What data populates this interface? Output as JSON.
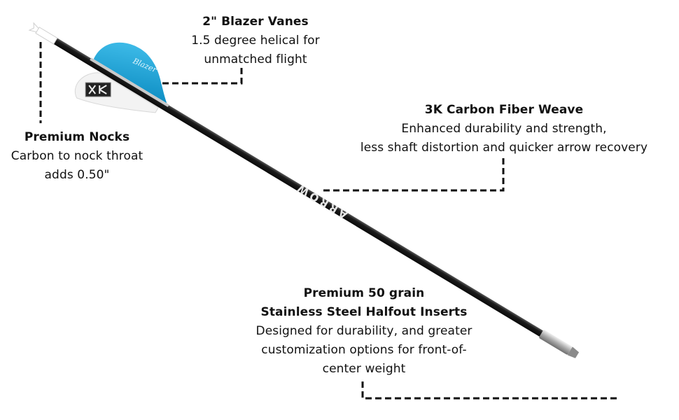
{
  "callouts": {
    "vanes": {
      "title": "2\" Blazer Vanes",
      "lines": [
        "1.5 degree helical for",
        "unmatched flight"
      ]
    },
    "nocks": {
      "title": "Premium Nocks",
      "lines": [
        "Carbon to nock throat",
        "adds 0.50\""
      ]
    },
    "carbon": {
      "title": "3K Carbon Fiber Weave",
      "lines": [
        "Enhanced durability and strength,",
        "less shaft distortion and quicker arrow recovery"
      ]
    },
    "insert": {
      "title": "Premium 50 grain",
      "subtitle": "Stainless Steel Halfout Inserts",
      "lines": [
        "Designed for durability, and greater",
        "customization options for front-of-",
        "center weight"
      ]
    }
  },
  "arrow": {
    "shaft_text": "ARROW",
    "vane_text": "Blazer",
    "colors": {
      "shaft": "#1b1b1b",
      "vane": "#1aa3d6",
      "cock_vane": "#f3f3f3",
      "nock": "#ffffff",
      "insert": "#b8b8b8",
      "leader": "#111111"
    }
  }
}
